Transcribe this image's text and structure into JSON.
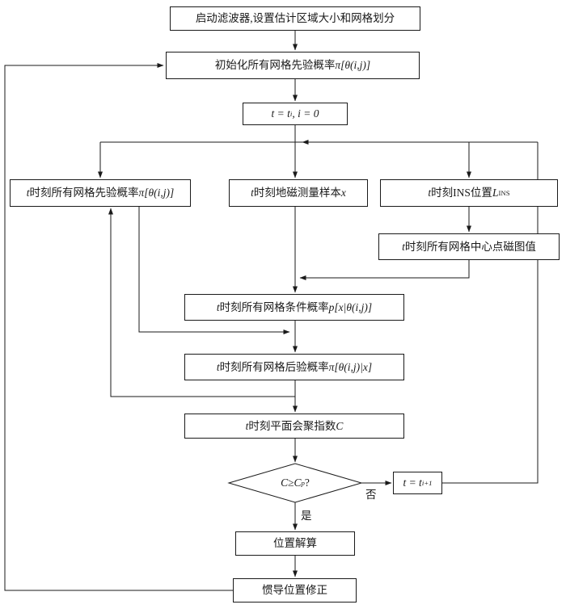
{
  "figure": {
    "type": "flowchart",
    "nodes": {
      "start": {
        "segments": [
          {
            "t": "启动滤波器,设置估计区域大小和网格划分"
          }
        ]
      },
      "init": {
        "segments": [
          {
            "t": "初始化所有网格先验概率"
          },
          {
            "t": "π[θ(i,j)]",
            "i": true
          }
        ]
      },
      "t_init": {
        "segments": [
          {
            "t": "t = t",
            "i": true
          },
          {
            "t": "i",
            "i": true,
            "sub": true
          },
          {
            "t": ", i = 0",
            "i": true
          }
        ]
      },
      "prior": {
        "segments": [
          {
            "t": "t",
            "i": true
          },
          {
            "t": "时刻所有网格先验概率"
          },
          {
            "t": "π[θ(i,j)]",
            "i": true
          }
        ]
      },
      "sample": {
        "segments": [
          {
            "t": "t",
            "i": true
          },
          {
            "t": "时刻地磁测量样本"
          },
          {
            "t": "x",
            "i": true
          }
        ]
      },
      "ins": {
        "segments": [
          {
            "t": "t",
            "i": true
          },
          {
            "t": "时刻INS位置"
          },
          {
            "t": "L",
            "i": true
          },
          {
            "t": "INS",
            "sub": true
          }
        ]
      },
      "map": {
        "segments": [
          {
            "t": "t",
            "i": true
          },
          {
            "t": "时刻所有网格中心点磁图值"
          }
        ]
      },
      "cond": {
        "segments": [
          {
            "t": "t",
            "i": true
          },
          {
            "t": "时刻所有网格条件概率"
          },
          {
            "t": "p[x|θ(i,j)]",
            "i": true
          }
        ]
      },
      "post": {
        "segments": [
          {
            "t": "t",
            "i": true
          },
          {
            "t": "时刻所有网格后验概率"
          },
          {
            "t": "π[θ(i,j)|x]",
            "i": true
          }
        ]
      },
      "conv": {
        "segments": [
          {
            "t": "t",
            "i": true
          },
          {
            "t": "时刻平面会聚指数"
          },
          {
            "t": "C",
            "i": true
          }
        ]
      },
      "decision": {
        "segments": [
          {
            "t": "C",
            "i": true
          },
          {
            "t": " ≥ "
          },
          {
            "t": "C",
            "i": true
          },
          {
            "t": "p",
            "i": true,
            "sub": true
          },
          {
            "t": " ?"
          }
        ]
      },
      "t_next": {
        "segments": [
          {
            "t": "t = t",
            "i": true
          },
          {
            "t": "i+1",
            "i": true,
            "sub": true
          }
        ]
      },
      "solve": {
        "segments": [
          {
            "t": "位置解算"
          }
        ]
      },
      "correct": {
        "segments": [
          {
            "t": "惯导位置修正"
          }
        ]
      }
    },
    "edge_labels": {
      "no": "否",
      "yes": "是"
    },
    "colors": {
      "line": "#1a1a1a",
      "box_border": "#1a1a1a",
      "box_fill": "#ffffff",
      "background": "#ffffff",
      "text": "#1a1a1a"
    }
  }
}
